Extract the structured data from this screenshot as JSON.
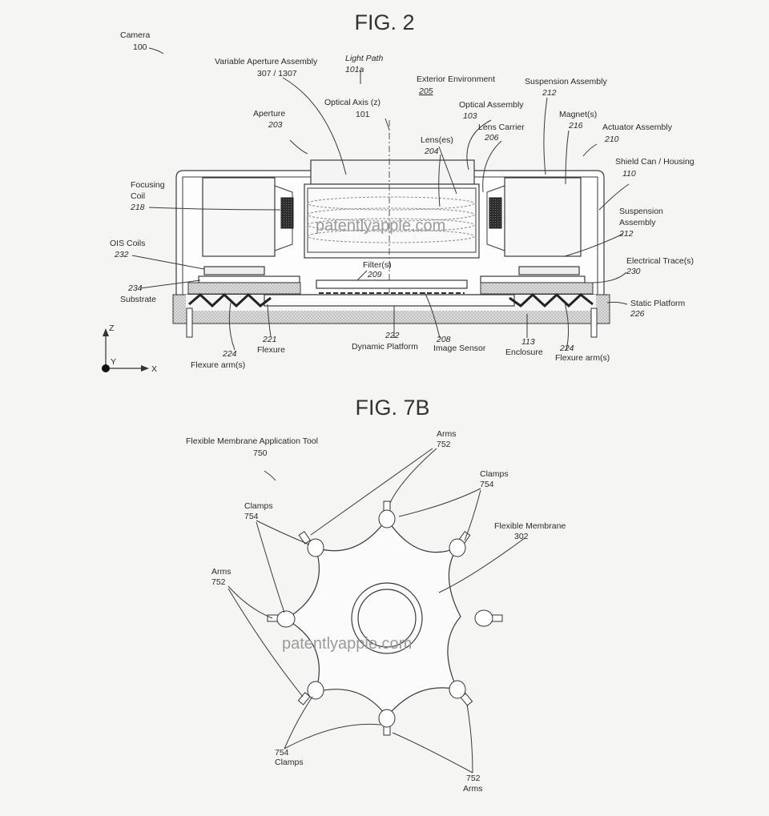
{
  "fig2": {
    "title": "FIG. 2",
    "watermark": "patentlyapple.com",
    "labels": {
      "camera": "Camera",
      "camera_ref": "100",
      "variable_aperture": "Variable Aperture Assembly",
      "variable_aperture_ref": "307 / 1307",
      "light_path": "Light Path",
      "light_path_ref": "101a",
      "exterior_env": "Exterior Environment",
      "exterior_env_ref": "205",
      "suspension_top": "Suspension Assembly",
      "suspension_top_ref": "212",
      "optical_assembly": "Optical Assembly",
      "optical_assembly_ref": "103",
      "optical_axis": "Optical Axis (z)",
      "optical_axis_ref": "101",
      "aperture": "Aperture",
      "aperture_ref": "203",
      "lens_carrier": "Lens Carrier",
      "lens_carrier_ref": "206",
      "magnets": "Magnet(s)",
      "magnets_ref": "216",
      "actuator": "Actuator Assembly",
      "actuator_ref": "210",
      "lenses": "Lens(es)",
      "lenses_ref": "204",
      "shield": "Shield Can / Housing",
      "shield_ref": "110",
      "focusing_coil_1": "Focusing",
      "focusing_coil_2": "Coil",
      "focusing_coil_ref": "218",
      "suspension_right_1": "Suspension",
      "suspension_right_2": "Assembly",
      "suspension_right_ref": "212",
      "ois_coils": "OIS Coils",
      "ois_coils_ref": "232",
      "filters": "Filter(s)",
      "filters_ref": "209",
      "electrical_trace": "Electrical Trace(s)",
      "electrical_trace_ref": "230",
      "substrate_ref": "234",
      "substrate": "Substrate",
      "static_platform": "Static Platform",
      "static_platform_ref": "226",
      "flexure_ref": "221",
      "flexure": "Flexure",
      "dynamic_platform_ref": "222",
      "dynamic_platform": "Dynamic Platform",
      "image_sensor_ref": "208",
      "image_sensor": "Image Sensor",
      "enclosure_ref": "113",
      "enclosure": "Enclosure",
      "flexure_arm_left_ref": "224",
      "flexure_arm_left": "Flexure arm(s)",
      "flexure_arm_right_ref": "224",
      "flexure_arm_right": "Flexure arm(s)",
      "axis_z": "Z",
      "axis_y": "Y",
      "axis_x": "X"
    }
  },
  "fig7b": {
    "title": "FIG. 7B",
    "watermark": "patentlyapple.com",
    "labels": {
      "tool": "Flexible Membrane Application Tool",
      "tool_ref": "750",
      "arms_top": "Arms",
      "arms_top_ref": "752",
      "clamps_top_right": "Clamps",
      "clamps_top_right_ref": "754",
      "clamps_top_left": "Clamps",
      "clamps_top_left_ref": "754",
      "membrane": "Flexible Membrane",
      "membrane_ref": "302",
      "arms_left": "Arms",
      "arms_left_ref": "752",
      "clamps_bottom_ref": "754",
      "clamps_bottom": "Clamps",
      "arms_bottom_ref": "752",
      "arms_bottom": "Arms"
    }
  }
}
